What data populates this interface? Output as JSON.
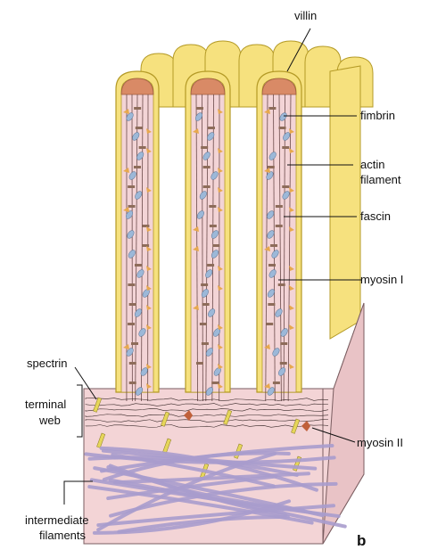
{
  "labels": {
    "villin": "villin",
    "fimbrin": "fimbrin",
    "actin_line1": "actin",
    "actin_line2": "filament",
    "fascin": "fascin",
    "myosin1": "myosin I",
    "spectrin": "spectrin",
    "terminal_line1": "terminal",
    "terminal_line2": "web",
    "myosin2": "myosin II",
    "intermediate_line1": "intermediate",
    "intermediate_line2": "filaments",
    "panel": "b"
  },
  "colors": {
    "membrane": "#f6e17e",
    "membrane_edge": "#b49a26",
    "cytoplasm": "#f3d4d6",
    "cap": "#d98a66",
    "actin": "#6b4a4a",
    "fascin": "#9cb8d8",
    "myosin1": "#e7a84e",
    "crosslink": "#8e6c5a",
    "intermediate": "#a99ccd",
    "spectrin": "#e6d65a"
  }
}
